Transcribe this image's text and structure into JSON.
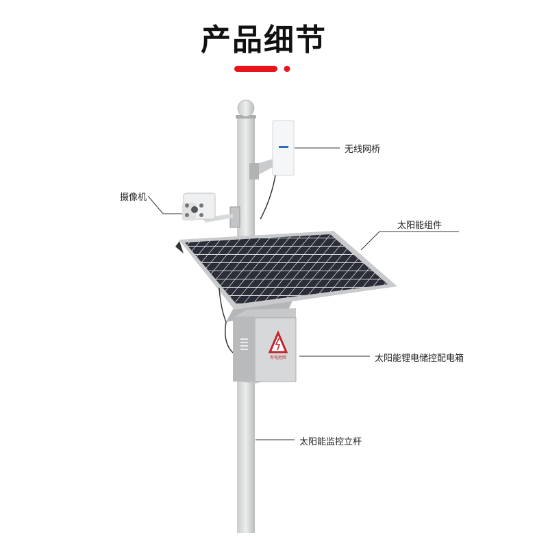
{
  "header": {
    "title": "产品细节",
    "accent_color": "#e8141a"
  },
  "labels": {
    "bridge": "无线网桥",
    "camera": "摄像机",
    "solar_panel": "太阳能组件",
    "control_box": "太阳能锂电储控配电箱",
    "pole": "太阳能监控立杆"
  },
  "box_warning_text": "有电危险"
}
